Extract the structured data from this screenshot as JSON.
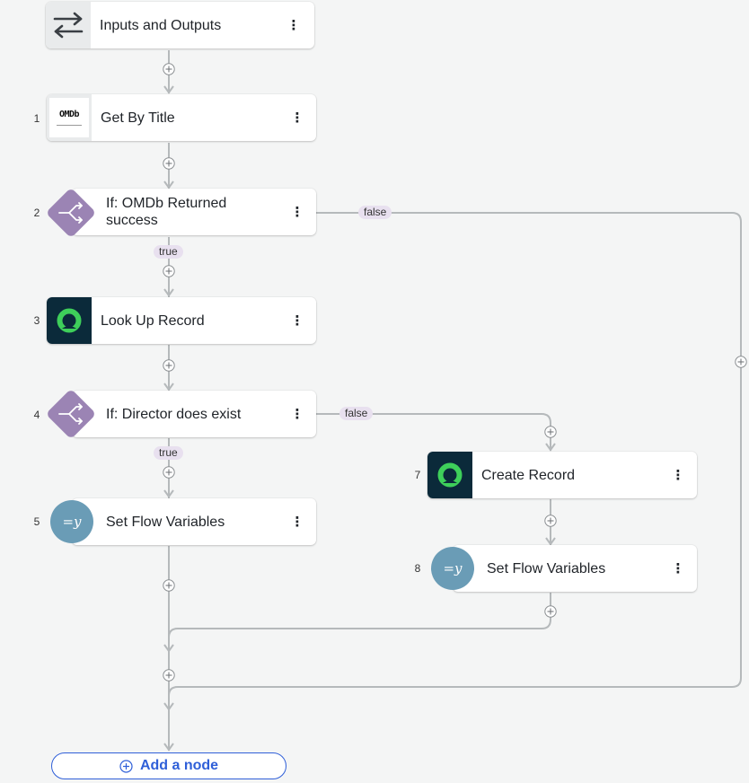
{
  "nodes": {
    "io": {
      "label": "Inputs and Outputs"
    },
    "get_by_title": {
      "step": "1",
      "label": "Get By Title",
      "logo_text": "OMDb"
    },
    "if_omdb": {
      "step": "2",
      "label_line1": "If: OMDb Returned",
      "label_line2": "success"
    },
    "look_up": {
      "step": "3",
      "label": "Look Up Record"
    },
    "if_director": {
      "step": "4",
      "label": "If: Director does exist"
    },
    "set_vars_5": {
      "step": "5",
      "label": "Set Flow Variables"
    },
    "create_record": {
      "step": "7",
      "label": "Create Record"
    },
    "set_vars_8": {
      "step": "8",
      "label": "Set Flow Variables"
    }
  },
  "branches": {
    "omdb_false": "false",
    "omdb_true": "true",
    "director_false": "false",
    "director_true": "true"
  },
  "menu_glyph": "⋮",
  "flow_var_glyph": "=y",
  "add_node_label": "Add a node",
  "colors": {
    "wire": "#b5b9bb",
    "branch_tag": "#e8e0ef",
    "condition_diamond": "#9b84b4",
    "record_icon_bg": "#0b2a3a",
    "record_icon_ring": "#3ecf5a",
    "flow_var_circle": "#6a9cb6",
    "add_button": "#2f5fd8"
  }
}
